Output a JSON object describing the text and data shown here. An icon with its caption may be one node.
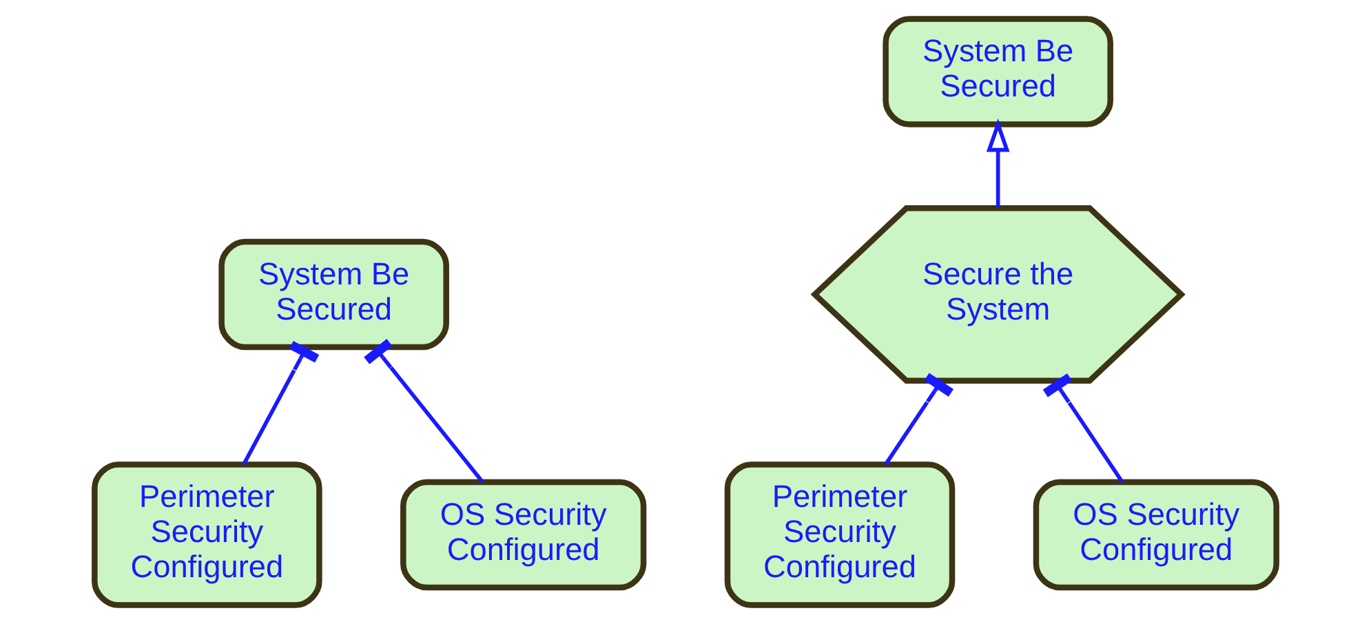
{
  "diagram": {
    "nodes": [
      {
        "text": [
          "System Be Secured"
        ]
      },
      {
        "text": [
          "Perimeter Security Configured"
        ]
      },
      {
        "text": [
          "OS Security Configured"
        ]
      },
      {
        "text": [
          "System Be Secured"
        ]
      },
      {
        "text": [
          "Secure the System"
        ]
      },
      {
        "text": [
          "Perimeter Security Configured"
        ]
      },
      {
        "text": [
          "OS Security Configured"
        ]
      }
    ],
    "edges": [
      {
        "from": 1,
        "to": 0,
        "arrow": "other"
      },
      {
        "from": 2,
        "to": 0,
        "arrow": "other"
      },
      {
        "from": 4,
        "to": 3,
        "arrow": "to"
      },
      {
        "from": 5,
        "to": 4,
        "arrow": "other"
      },
      {
        "from": 6,
        "to": 4,
        "arrow": "other"
      }
    ]
  }
}
